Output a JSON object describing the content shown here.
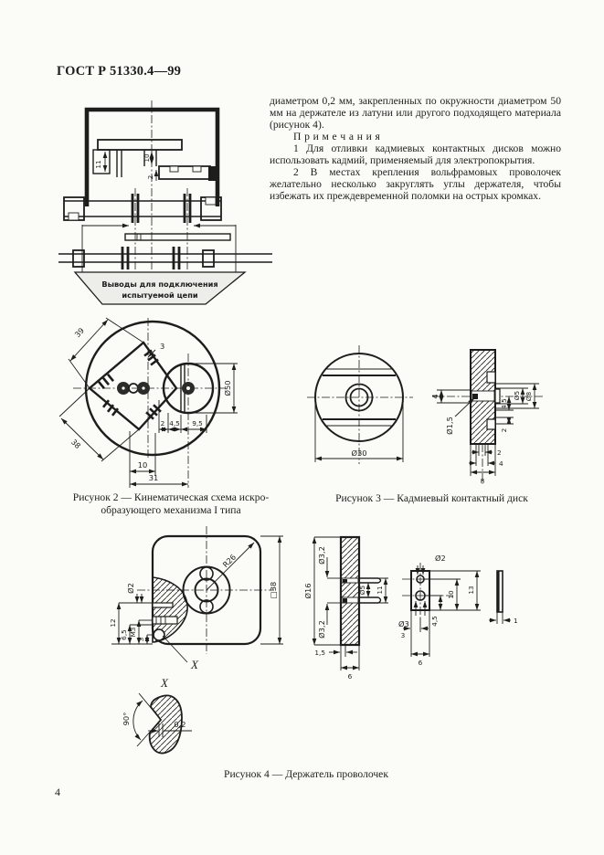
{
  "page": {
    "header_title": "ГОСТ Р 51330.4—99",
    "page_number": "4"
  },
  "intro": {
    "paragraph": "диаметром 0,2 мм, закрепленных по окружности диаметром 50 мм на держателе из латуни или другого подходящего материала (рисунок 4).",
    "notes_heading": "П р и м е ч а н и я",
    "notes": {
      "n1": "1 Для отливки кадмиевых контактных дисков можно использовать кадмий, применяемый для электропокрытия.",
      "n2": "2 В местах крепления вольфрамовых проволочек желательно несколько закруглять углы держателя, чтобы избежать их преждевременной поломки на острых кромках."
    }
  },
  "figure2": {
    "caption_line1": "Рисунок 2 — Кинематическая схема искро-",
    "caption_line2": "образующего механизма I типа",
    "schematic": {
      "terminals_line1": "Выводы для подключения",
      "terminals_line2": "испытуемой цепи",
      "dim_11": "11",
      "dim_10": "10",
      "dim_2": "2"
    },
    "plan": {
      "dim_39": "39",
      "dim_38": "38",
      "dim_3": "3",
      "dim_d50": "Ø50",
      "dim_2": "2",
      "dim_45": "4,5",
      "dim_95": "9,5",
      "dim_10": "10",
      "dim_31": "31"
    }
  },
  "figure3": {
    "caption": "Рисунок 3 — Кадмиевый контактный диск",
    "dims": {
      "d30": "Ø30",
      "d4": "4",
      "d15": "Ø1,5",
      "d5": "Ø5",
      "d8": "Ø8",
      "d45": "4,5",
      "r2": "2",
      "b2": "2",
      "b4": "4",
      "b8": "8"
    }
  },
  "figure4": {
    "caption": "Рисунок 4 — Держатель проволочек",
    "plate": {
      "d2": "Ø2",
      "r26": "R26",
      "sq38": "□38",
      "d12": "12",
      "d65": "6,5",
      "m3": "M3",
      "d3": "3",
      "x_ref": "X"
    },
    "detail_x": {
      "title": "X",
      "angle": "90°",
      "width": "0,2"
    },
    "section": {
      "top": "Ø3,2",
      "dia": "Ø16",
      "bottom": "Ø3,2",
      "pin": "Ø5",
      "d11": "11",
      "d15": "1,5",
      "d6": "6"
    },
    "bracket": {
      "d2": "Ø2",
      "d13": "13",
      "d10": "10",
      "d45": "4,5",
      "d3hole": "Ø3",
      "d3": "3",
      "d6": "6"
    },
    "strip": {
      "d1": "1"
    }
  }
}
